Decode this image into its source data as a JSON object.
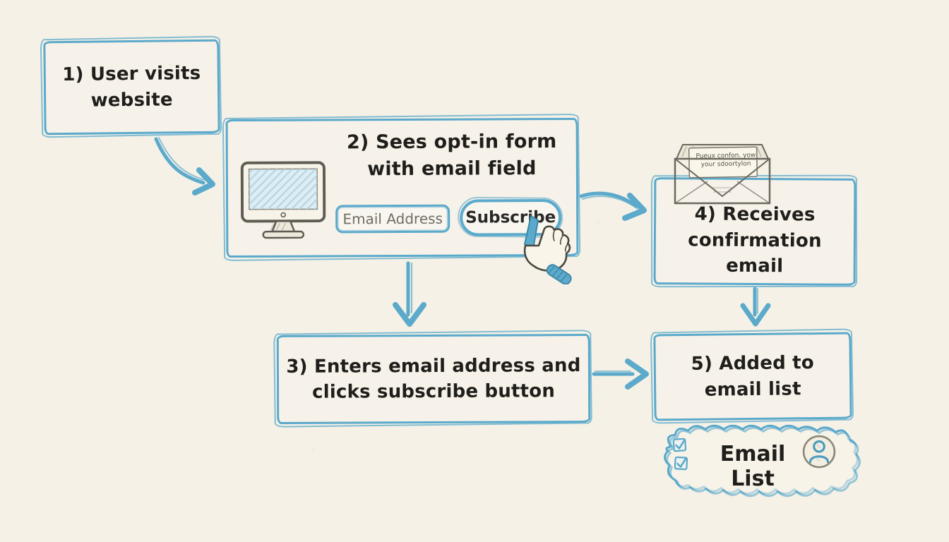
{
  "palette": {
    "background": "#f5f1e6",
    "sketch_blue": "#5ba9cb",
    "ink_black": "#1f1e1b",
    "pencil_gray": "#6b685f",
    "screen_blue": "#d9eaf1"
  },
  "steps": [
    {
      "id": 1,
      "text": "1) User visits\nwebsite"
    },
    {
      "id": 2,
      "text": "2) Sees opt-in form\nwith email field"
    },
    {
      "id": 3,
      "text": "3) Enters email address and\nclicks subscribe button"
    },
    {
      "id": 4,
      "text": "4)  Receives\nconfirmation\nemail"
    },
    {
      "id": 5,
      "text": "5) Added to\nemail list"
    }
  ],
  "optin_form": {
    "email_placeholder": "Email Address",
    "subscribe_label": "Subscribe"
  },
  "envelope": {
    "note": "Pueux confon. yow\nyour sdoortylon"
  },
  "email_list": {
    "label": "Email List"
  },
  "flow": [
    {
      "from": 1,
      "to": 2
    },
    {
      "from": 2,
      "to": 4
    },
    {
      "from": 2,
      "to": 3
    },
    {
      "from": 3,
      "to": 5
    },
    {
      "from": 4,
      "to": 5
    }
  ],
  "icons": {
    "monitor": "monitor-icon",
    "envelope": "envelope-icon",
    "pointer_hand": "pointer-hand-icon",
    "checkbox": "checkbox-checked-icon",
    "person": "person-avatar-icon"
  }
}
